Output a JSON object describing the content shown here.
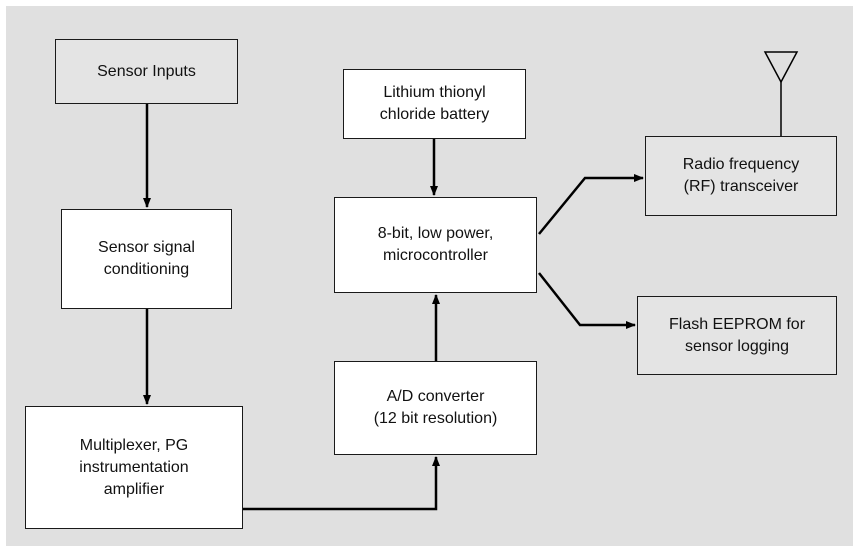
{
  "blocks": {
    "sensor_inputs": "Sensor Inputs",
    "signal_conditioning": "Sensor signal\nconditioning",
    "multiplexer": "Multiplexer, PG\ninstrumentation\namplifier",
    "battery": "Lithium thionyl\nchloride battery",
    "microcontroller": "8-bit, low power,\nmicrocontroller",
    "adc": "A/D converter\n(12 bit resolution)",
    "rf_transceiver": "Radio frequency\n(RF) transceiver",
    "flash": "Flash EEPROM for\nsensor logging"
  },
  "colors": {
    "background": "#e0e0e0",
    "box_white": "#ffffff",
    "box_grey": "#e4e4e4",
    "line": "#000000"
  },
  "icons": {
    "antenna": "antenna-icon"
  }
}
